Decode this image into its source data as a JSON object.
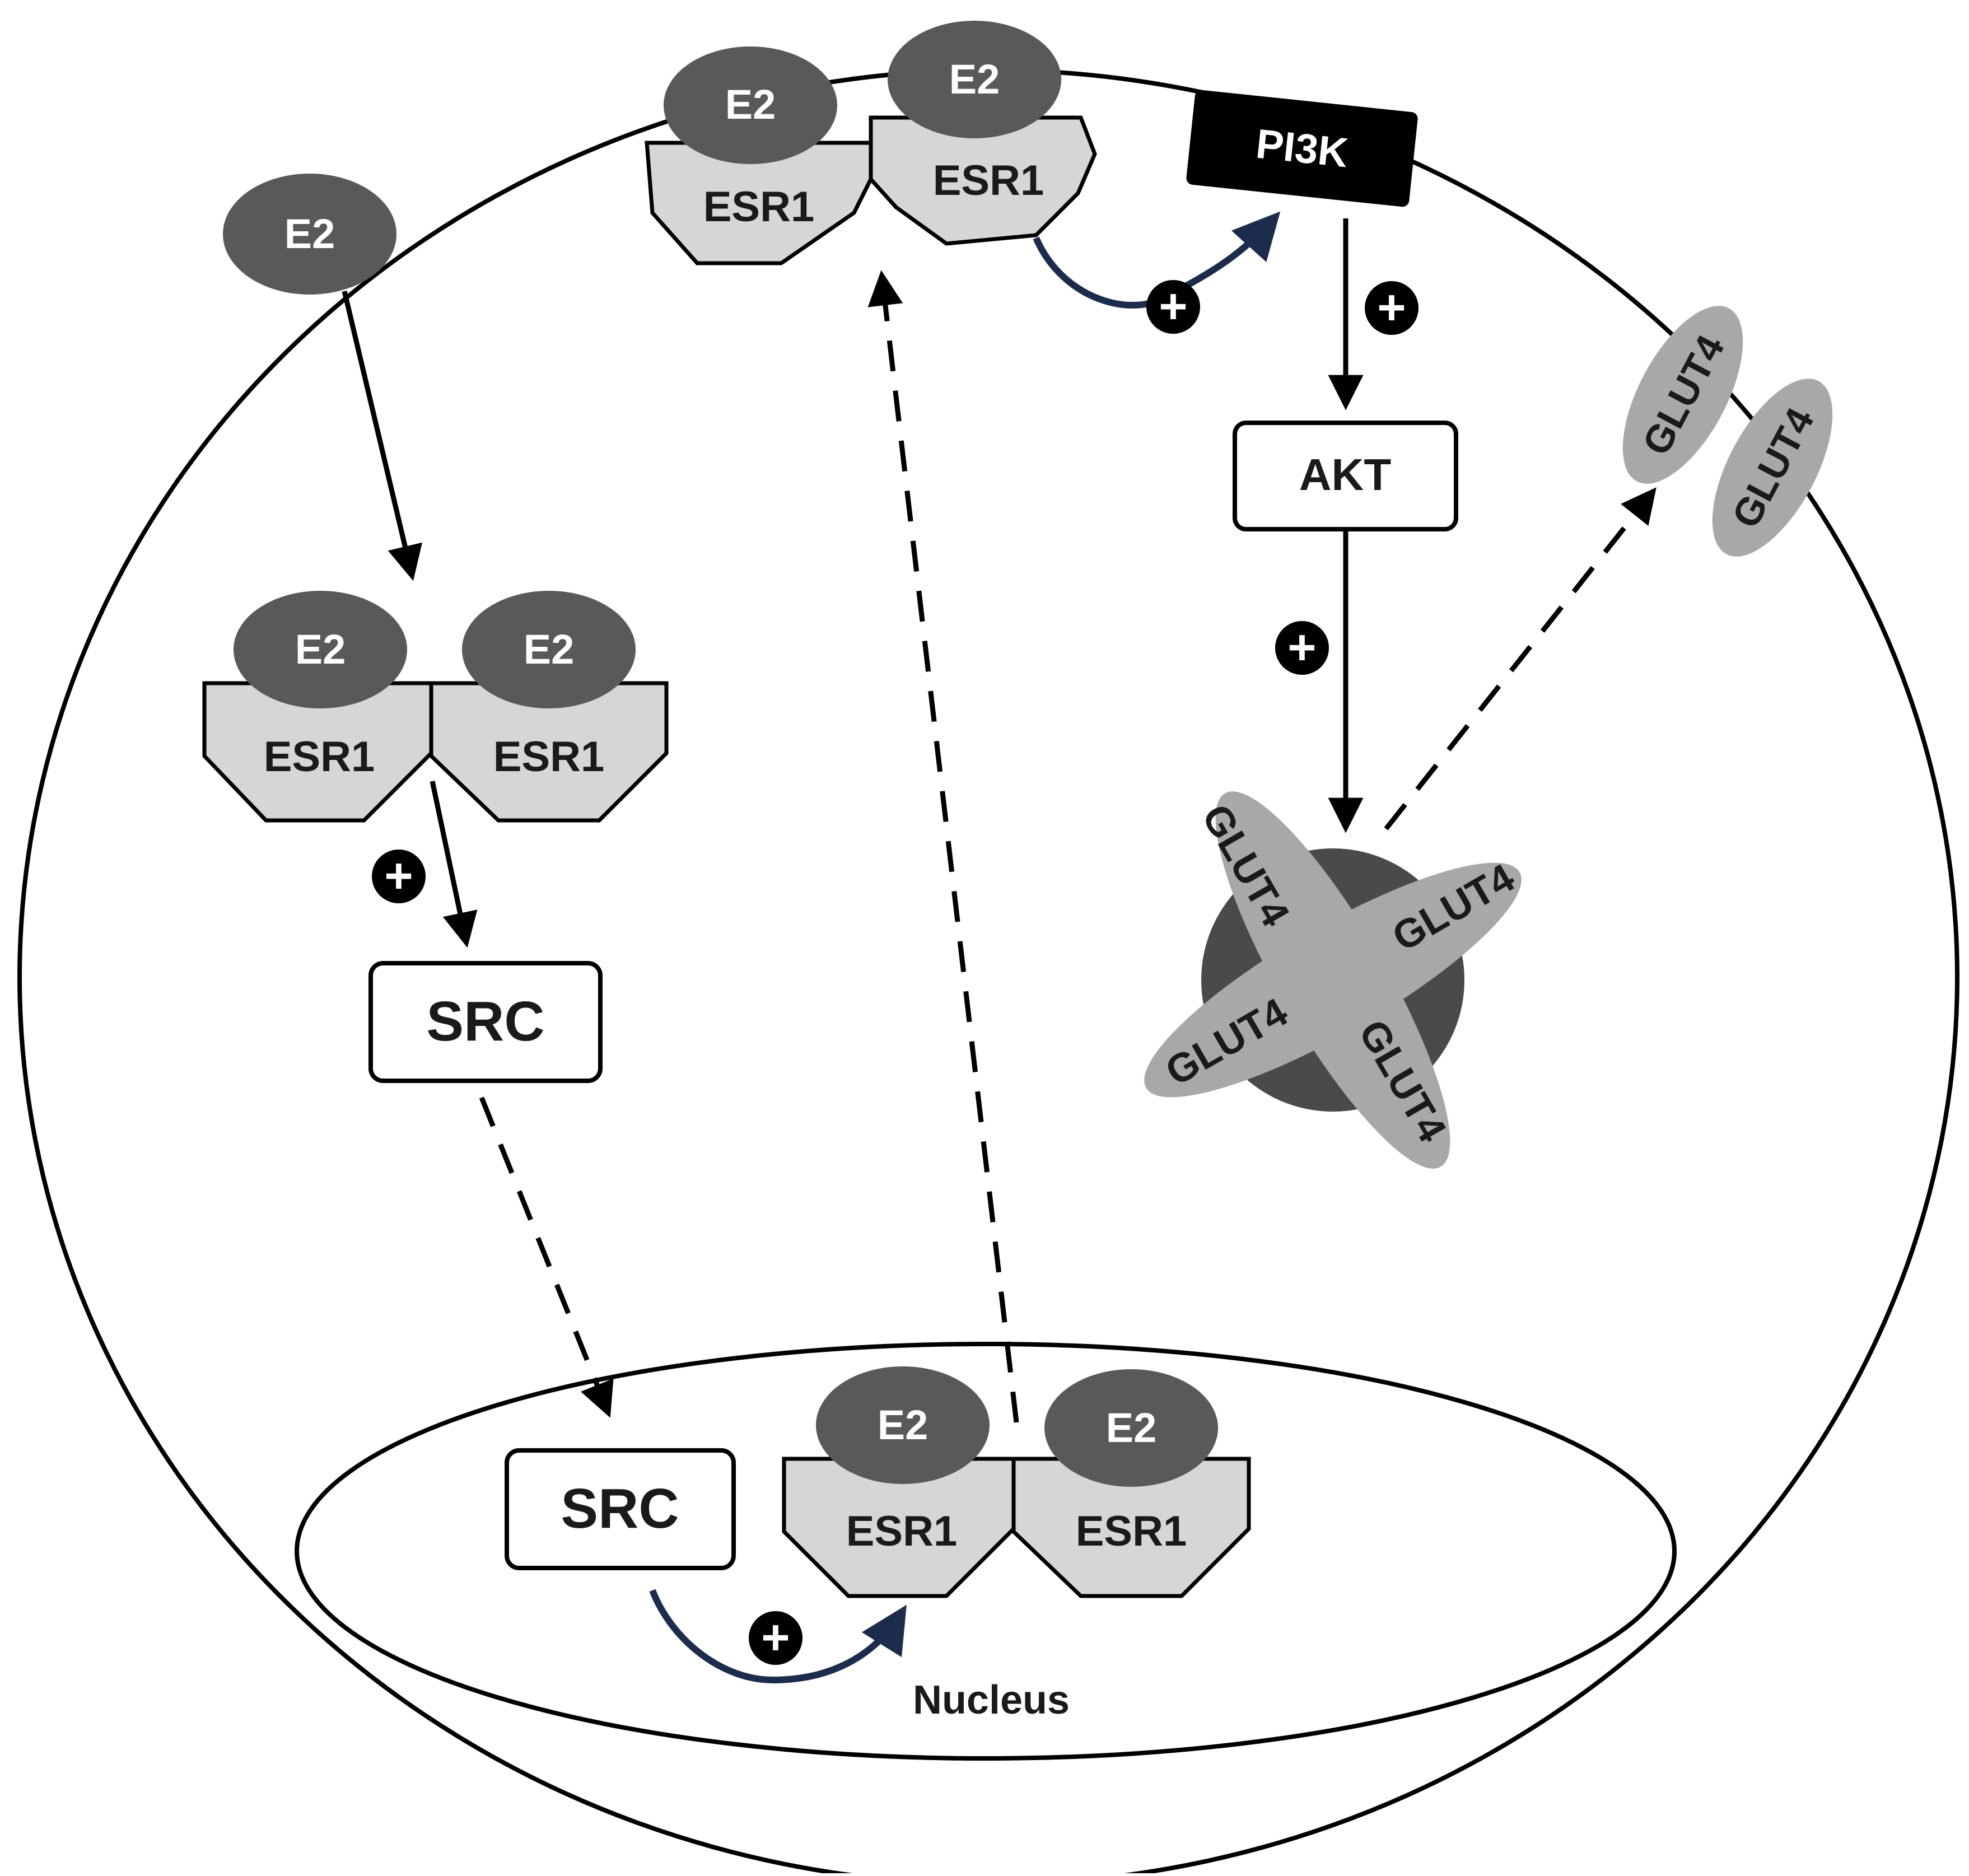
{
  "diagram": {
    "ligand_label": "E2",
    "receptor_label": "ESR1",
    "kinase_label": "PI3K",
    "akt_label": "AKT",
    "src_label": "SRC",
    "glut_label": "GLUT4",
    "nucleus_label": "Nucleus",
    "plus_symbol": "+"
  },
  "colors": {
    "ligand_fill": "#595959",
    "receptor_fill": "#d6d6d6",
    "glut_fill": "#a8a8a8",
    "vesicle_fill": "#4a4a4a",
    "pi3k_fill": "#000000",
    "curved_arrow": "#1c2c4c",
    "line": "#000000"
  }
}
